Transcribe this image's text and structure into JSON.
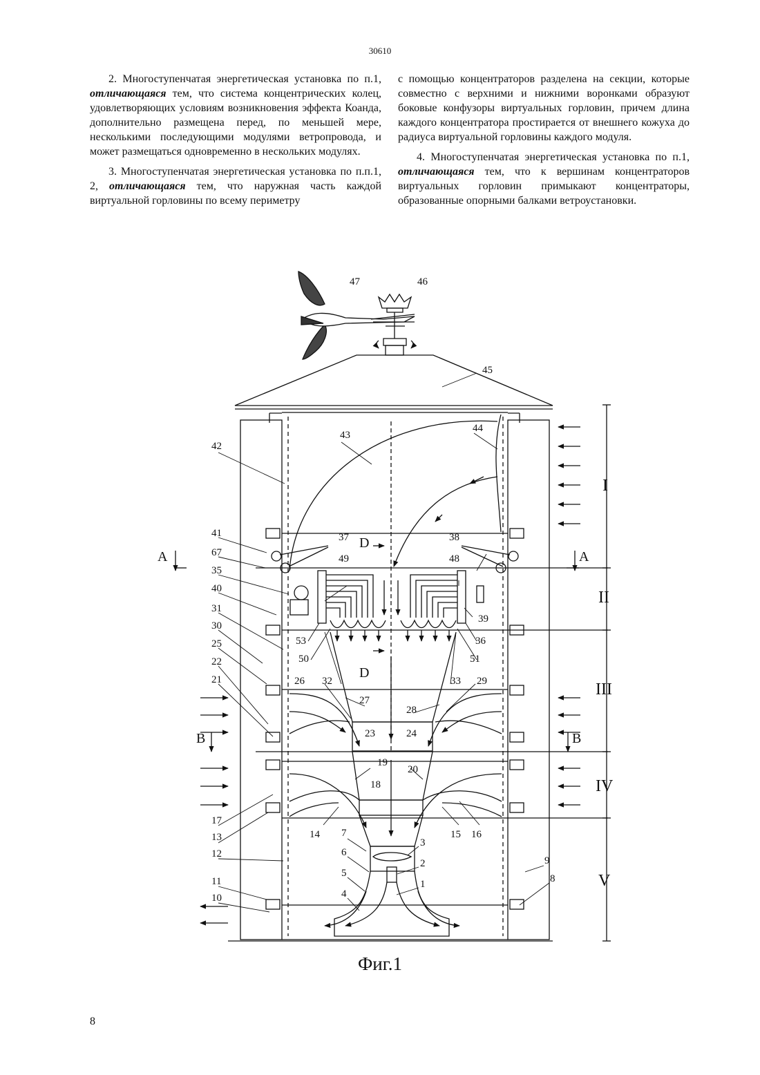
{
  "header": {
    "page_code": "30610"
  },
  "column_left": {
    "p2_start": "2. Многоступенчатая энергетическая установка по п.1,",
    "p2_emph": "отличающаяся",
    "p2_end": "тем, что система концентрических колец, удовлетворяющих условиям возникновения эффекта Коанда, дополнительно размещена перед, по меньшей мере, несколькими последующими модулями ветропровода, и может размещаться одновременно в нескольких модулях.",
    "p3_start": "3. Многоступенчатая энергетическая установка по п.п.1, 2,",
    "p3_emph": "отличающаяся",
    "p3_end": "тем, что наружная часть каждой виртуальной горловины по всему периметру"
  },
  "column_right": {
    "p3_cont": "с помощью концентраторов разделена на секции, которые совместно с верхними и нижними воронками образуют боковые конфузоры виртуальных горловин, причем длина каждого концентратора простирается от внешнего кожуха до радиуса виртуальной горловины каждого модуля.",
    "p4_start": "4. Многоступенчатая энергетическая установка по п.1,",
    "p4_emph": "отличающаяся",
    "p4_end": "тем, что к вершинам концентраторов виртуальных горловин примыкают концентраторы, образованные опорными балками ветроустановки."
  },
  "figure": {
    "caption": "Фиг.1",
    "sections": [
      "I",
      "II",
      "III",
      "IV",
      "V"
    ],
    "section_markers": {
      "a": "A",
      "b": "B",
      "d": "D"
    },
    "callouts": {
      "c1": "1",
      "c2": "2",
      "c3": "3",
      "c4": "4",
      "c5": "5",
      "c6": "6",
      "c7": "7",
      "c8": "8",
      "c9": "9",
      "c10": "10",
      "c11": "11",
      "c12": "12",
      "c13": "13",
      "c14": "14",
      "c15": "15",
      "c16": "16",
      "c17": "17",
      "c18": "18",
      "c19": "19",
      "c20": "20",
      "c21": "21",
      "c22": "22",
      "c23": "23",
      "c24": "24",
      "c25": "25",
      "c26": "26",
      "c27": "27",
      "c28": "28",
      "c29": "29",
      "c30": "30",
      "c31": "31",
      "c32": "32",
      "c33": "33",
      "c35": "35",
      "c36": "36",
      "c37": "37",
      "c38": "38",
      "c39": "39",
      "c40": "40",
      "c41": "41",
      "c42": "42",
      "c43": "43",
      "c44": "44",
      "c45": "45",
      "c46": "46",
      "c47": "47",
      "c48": "48",
      "c49": "49",
      "c50": "50",
      "c51": "51",
      "c53": "53",
      "c67": "67"
    }
  },
  "footer": {
    "page_number": "8"
  }
}
